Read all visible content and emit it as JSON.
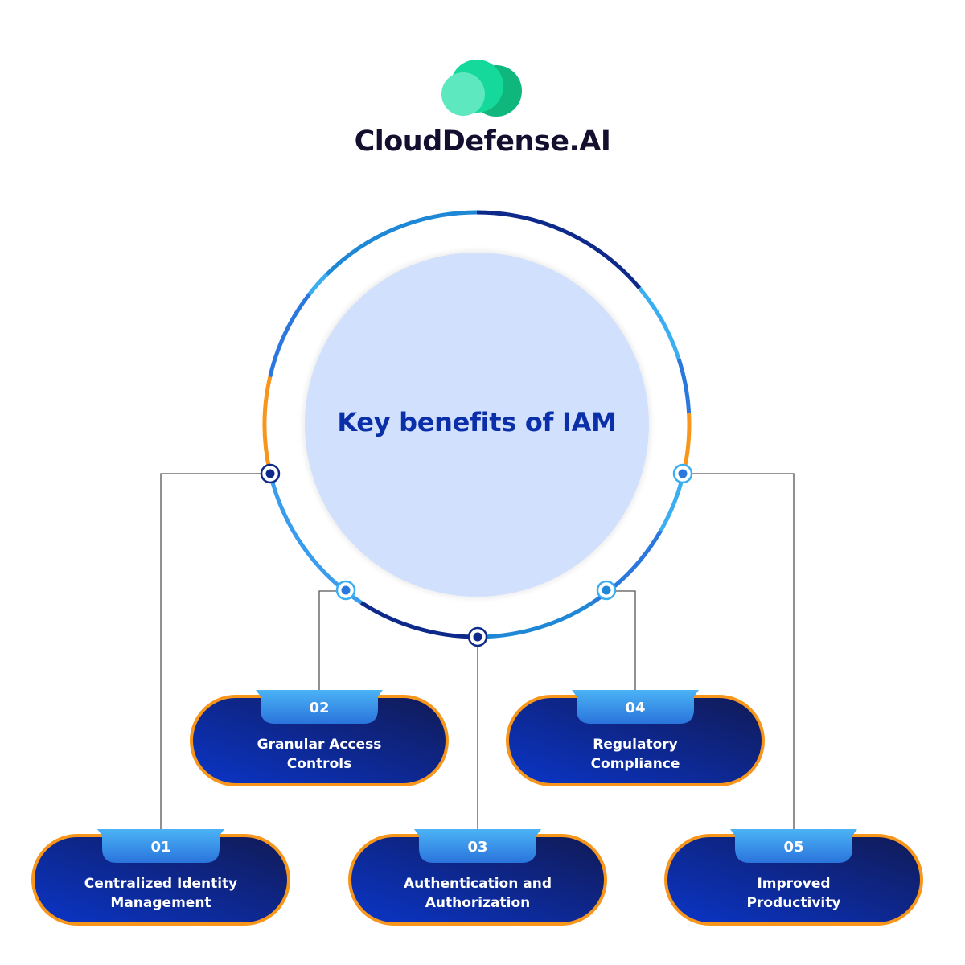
{
  "brand": {
    "name": "CloudDefense.AI",
    "logo_icon": "cloud-icon",
    "colors": {
      "cloud_light": "#5ee8c0",
      "cloud_mid": "#14d99a",
      "cloud_dark": "#0fb77c",
      "text": "#140f2e"
    }
  },
  "center": {
    "title": "Key benefits of IAM",
    "fill": "#d1e0fd",
    "title_color": "#0a2fa8"
  },
  "ring": {
    "segment_colors": [
      "#1e88d6",
      "#0d2a8a",
      "#3aaef0",
      "#2a77dd",
      "#f7961a"
    ]
  },
  "benefits": [
    {
      "number": "01",
      "line1": "Centralized Identity",
      "line2": "Management"
    },
    {
      "number": "02",
      "line1": "Granular Access",
      "line2": "Controls"
    },
    {
      "number": "03",
      "line1": "Authentication and",
      "line2": "Authorization"
    },
    {
      "number": "04",
      "line1": "Regulatory",
      "line2": "Compliance"
    },
    {
      "number": "05",
      "line1": "Improved",
      "line2": "Productivity"
    }
  ],
  "card_colors": {
    "border": "#f7961a",
    "bg_left": "#0a35c8",
    "bg_right": "#111a55",
    "tab_top": "#4bb3f5",
    "tab_bottom": "#2a74dc"
  }
}
